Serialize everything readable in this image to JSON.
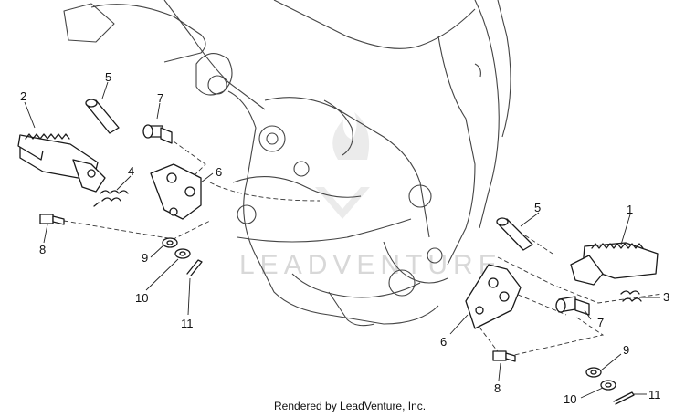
{
  "watermark": {
    "text": "LEADVENTURE",
    "color": "#d8d8d8"
  },
  "credit": "Rendered by LeadVenture, Inc.",
  "callouts": {
    "c1": "1",
    "c2": "2",
    "c3": "3",
    "c4": "4",
    "c5a": "5",
    "c5b": "5",
    "c6a": "6",
    "c6b": "6",
    "c7a": "7",
    "c7b": "7",
    "c8a": "8",
    "c8b": "8",
    "c9a": "9",
    "c9b": "9",
    "c10a": "10",
    "c10b": "10",
    "c11a": "11",
    "c11b": "11"
  }
}
